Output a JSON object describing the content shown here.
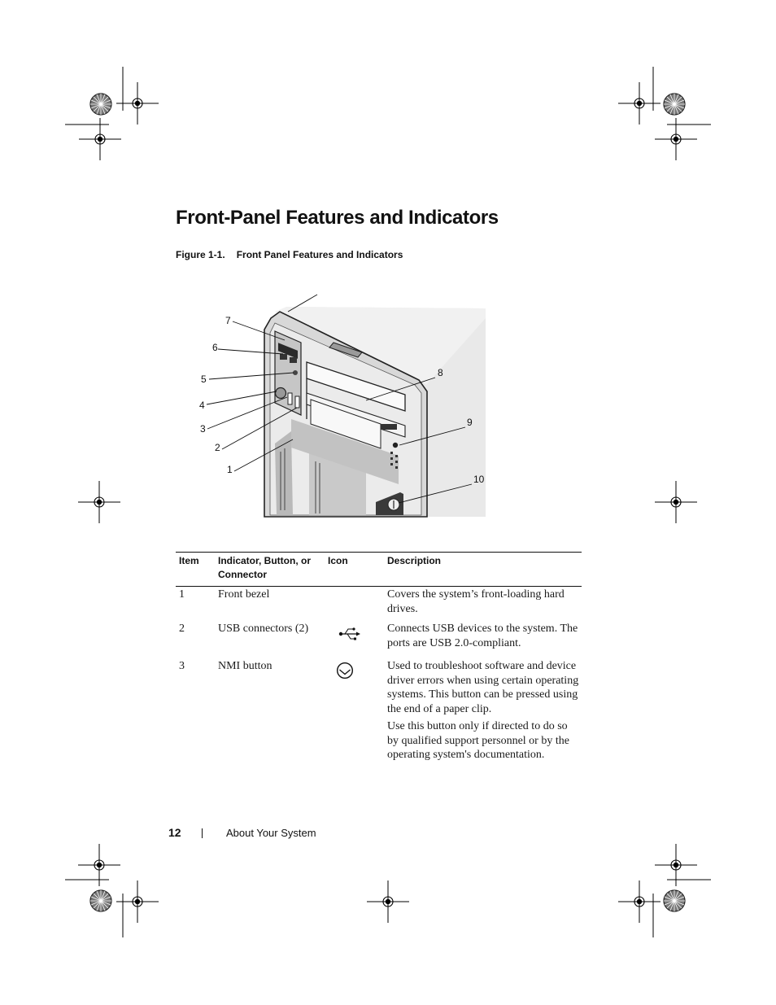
{
  "page": {
    "title": "Front-Panel Features and Indicators",
    "figure": {
      "number": "Figure 1-1.",
      "caption": "Front Panel Features and Indicators",
      "callouts": [
        "1",
        "2",
        "3",
        "4",
        "5",
        "6",
        "7",
        "8",
        "9",
        "10"
      ]
    },
    "table": {
      "headers": {
        "item": "Item",
        "indicator": "Indicator, Button, or Connector",
        "icon": "Icon",
        "description": "Description"
      },
      "rows": [
        {
          "item": "1",
          "indicator": "Front bezel",
          "icon": "",
          "description": [
            "Covers the system’s front-loading hard drives."
          ]
        },
        {
          "item": "2",
          "indicator": "USB connectors (2)",
          "icon": "usb-icon",
          "description": [
            "Connects USB devices to the system. The ports are USB 2.0-compliant."
          ]
        },
        {
          "item": "3",
          "indicator": "NMI button",
          "icon": "nmi-icon",
          "description": [
            "Used to troubleshoot software and device driver errors when using certain operating systems. This button can be pressed using the end of a paper clip.",
            "Use this button only if directed to do so by qualified support personnel or by the operating system's documentation."
          ]
        }
      ]
    },
    "footer": {
      "page_number": "12",
      "section": "About Your System"
    }
  }
}
